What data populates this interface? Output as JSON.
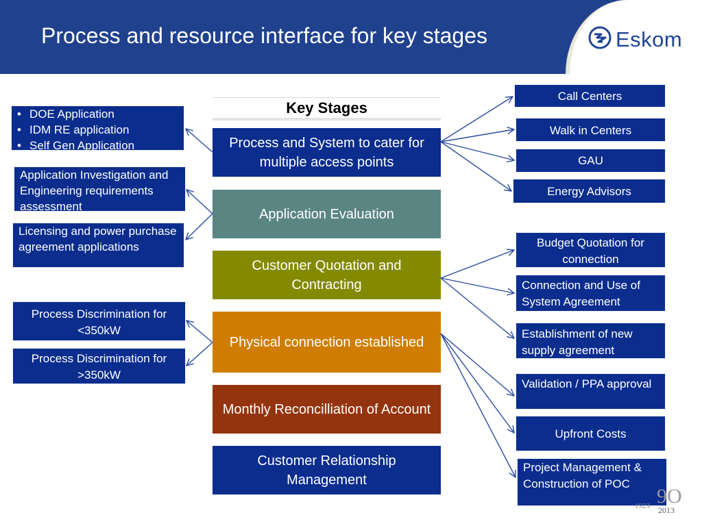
{
  "header": {
    "title": "Process and resource interface for key stages",
    "logo_text": "Eskom",
    "bg_color": "#20418e"
  },
  "key_stages": {
    "heading": "Key Stages",
    "stages": [
      {
        "label": "Process and System to cater for multiple access points",
        "color": "#0b2d8e"
      },
      {
        "label": "Application Evaluation",
        "color": "#5a8583"
      },
      {
        "label": "Customer Quotation and Contracting",
        "color": "#848a00"
      },
      {
        "label": "Physical connection established",
        "color": "#cf7d00"
      },
      {
        "label": "Monthly Reconcilliation of Account",
        "color": "#94340e"
      },
      {
        "label": "Customer Relationship Management",
        "color": "#0b2d8e"
      }
    ]
  },
  "left_boxes": {
    "applications": [
      "DOE Application",
      "IDM RE application",
      "Self Gen Application"
    ],
    "investigation": "Application Investigation and Engineering requirements assessment",
    "licensing": "Licensing and power purchase agreement applications",
    "discrimination_under": "Process Discrimination for <350kW",
    "discrimination_over": "Process Discrimination for >350kW"
  },
  "right_boxes": {
    "call_centers": "Call Centers",
    "walk_in_centers": "Walk in Centers",
    "gau": "GAU",
    "energy_advisors": "Energy Advisors",
    "budget_quotation": "Budget Quotation for connection",
    "connection_use": "Connection and Use of System Agreement",
    "new_supply": "Establishment of new supply agreement",
    "validation_ppa": "Validation / PPA approval",
    "upfront_costs": "Upfront Costs",
    "project_management": "Project Management & Construction of POC"
  },
  "anniversary": {
    "years": "1923",
    "to": "2013"
  },
  "colors": {
    "side_box": "#0b2d8e",
    "arrow": "#2b4b9c"
  }
}
